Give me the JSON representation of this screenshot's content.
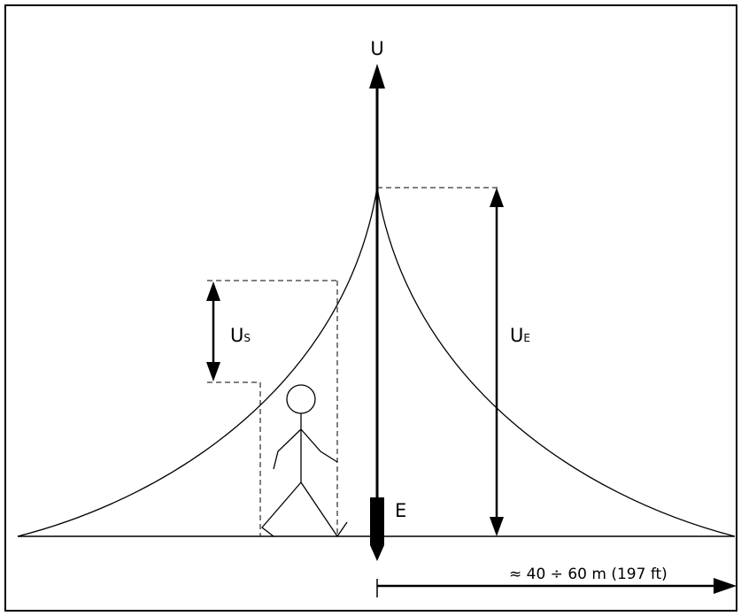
{
  "labels": {
    "u_main": "U",
    "us_main": "U",
    "us_sub": "S",
    "ue_main": "U",
    "ue_sub": "E",
    "electrode": "E",
    "distance": "≈ 40 ÷ 60 m (197 ft)"
  },
  "colors": {
    "line": "#000000",
    "background": "#ffffff"
  }
}
